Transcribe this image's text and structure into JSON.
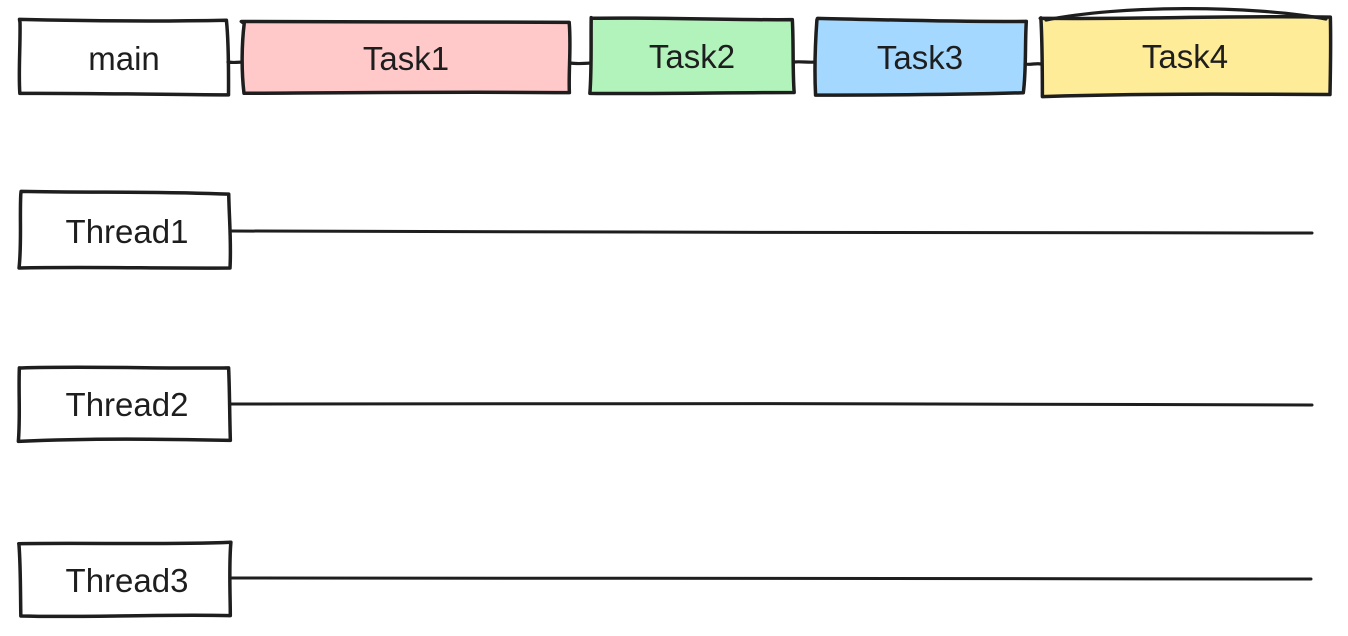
{
  "diagram": {
    "background": "#ffffff",
    "stroke": "#1e1e1e",
    "text_color": "#1e1e1e",
    "main_flow": {
      "nodes": [
        {
          "label": "main",
          "fill": "#ffffff"
        },
        {
          "label": "Task1",
          "fill": "#ffc9c9"
        },
        {
          "label": "Task2",
          "fill": "#b2f2bb"
        },
        {
          "label": "Task3",
          "fill": "#a5d8ff"
        },
        {
          "label": "Task4",
          "fill": "#ffec99"
        }
      ]
    },
    "threads": [
      {
        "label": "Thread1"
      },
      {
        "label": "Thread2"
      },
      {
        "label": "Thread3"
      }
    ]
  }
}
